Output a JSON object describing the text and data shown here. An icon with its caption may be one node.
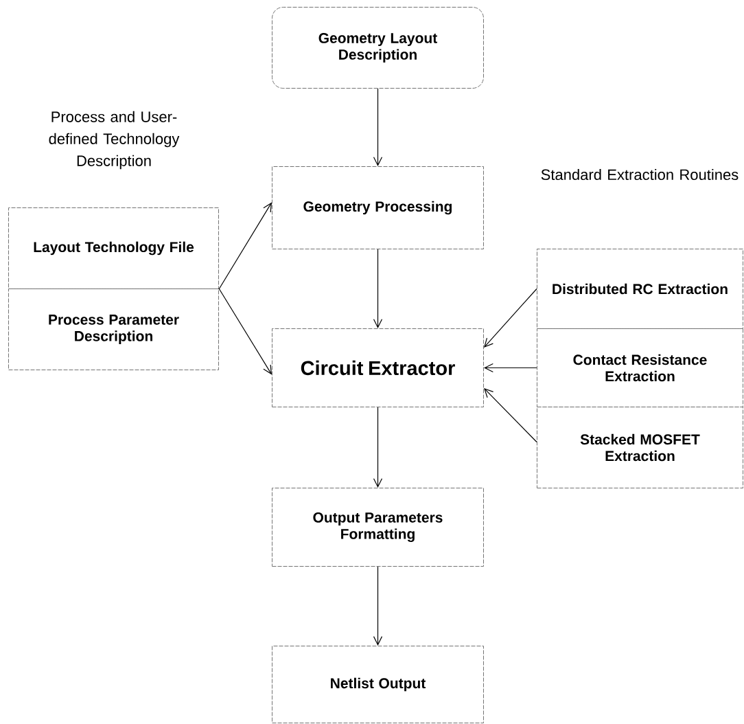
{
  "diagram": {
    "nodes": [
      {
        "text": [
          "Geometry Layout Description"
        ]
      },
      {
        "text": [
          "Geometry Processing"
        ]
      },
      {
        "text": [
          "Layout Technology File"
        ]
      },
      {
        "text": [
          "Process Parameter Description"
        ]
      },
      {
        "text": [
          "Circuit Extractor"
        ]
      },
      {
        "text": [
          "Distributed RC Extraction"
        ]
      },
      {
        "text": [
          "Contact Resistance Extraction"
        ]
      },
      {
        "text": [
          "Stacked MOSFET Extraction"
        ]
      },
      {
        "text": [
          "Output Parameters Formatting"
        ]
      },
      {
        "text": [
          "Netlist Output"
        ]
      }
    ],
    "edges": [
      {
        "from": 0,
        "to": 1,
        "arrow": "to"
      },
      {
        "from": 1,
        "to": 4,
        "arrow": "to"
      },
      {
        "from": 2,
        "to": 1,
        "arrow": "to"
      },
      {
        "from": 3,
        "to": 4,
        "arrow": "to"
      },
      {
        "from": 5,
        "to": 4,
        "arrow": "to"
      },
      {
        "from": 6,
        "to": 4,
        "arrow": "to"
      },
      {
        "from": 7,
        "to": 4,
        "arrow": "to"
      },
      {
        "from": 4,
        "to": 8,
        "arrow": "to"
      },
      {
        "from": 8,
        "to": 9,
        "arrow": "to"
      }
    ],
    "labels": [
      "Process and User-defined Technology Description",
      "Standard Extraction Routines"
    ]
  }
}
